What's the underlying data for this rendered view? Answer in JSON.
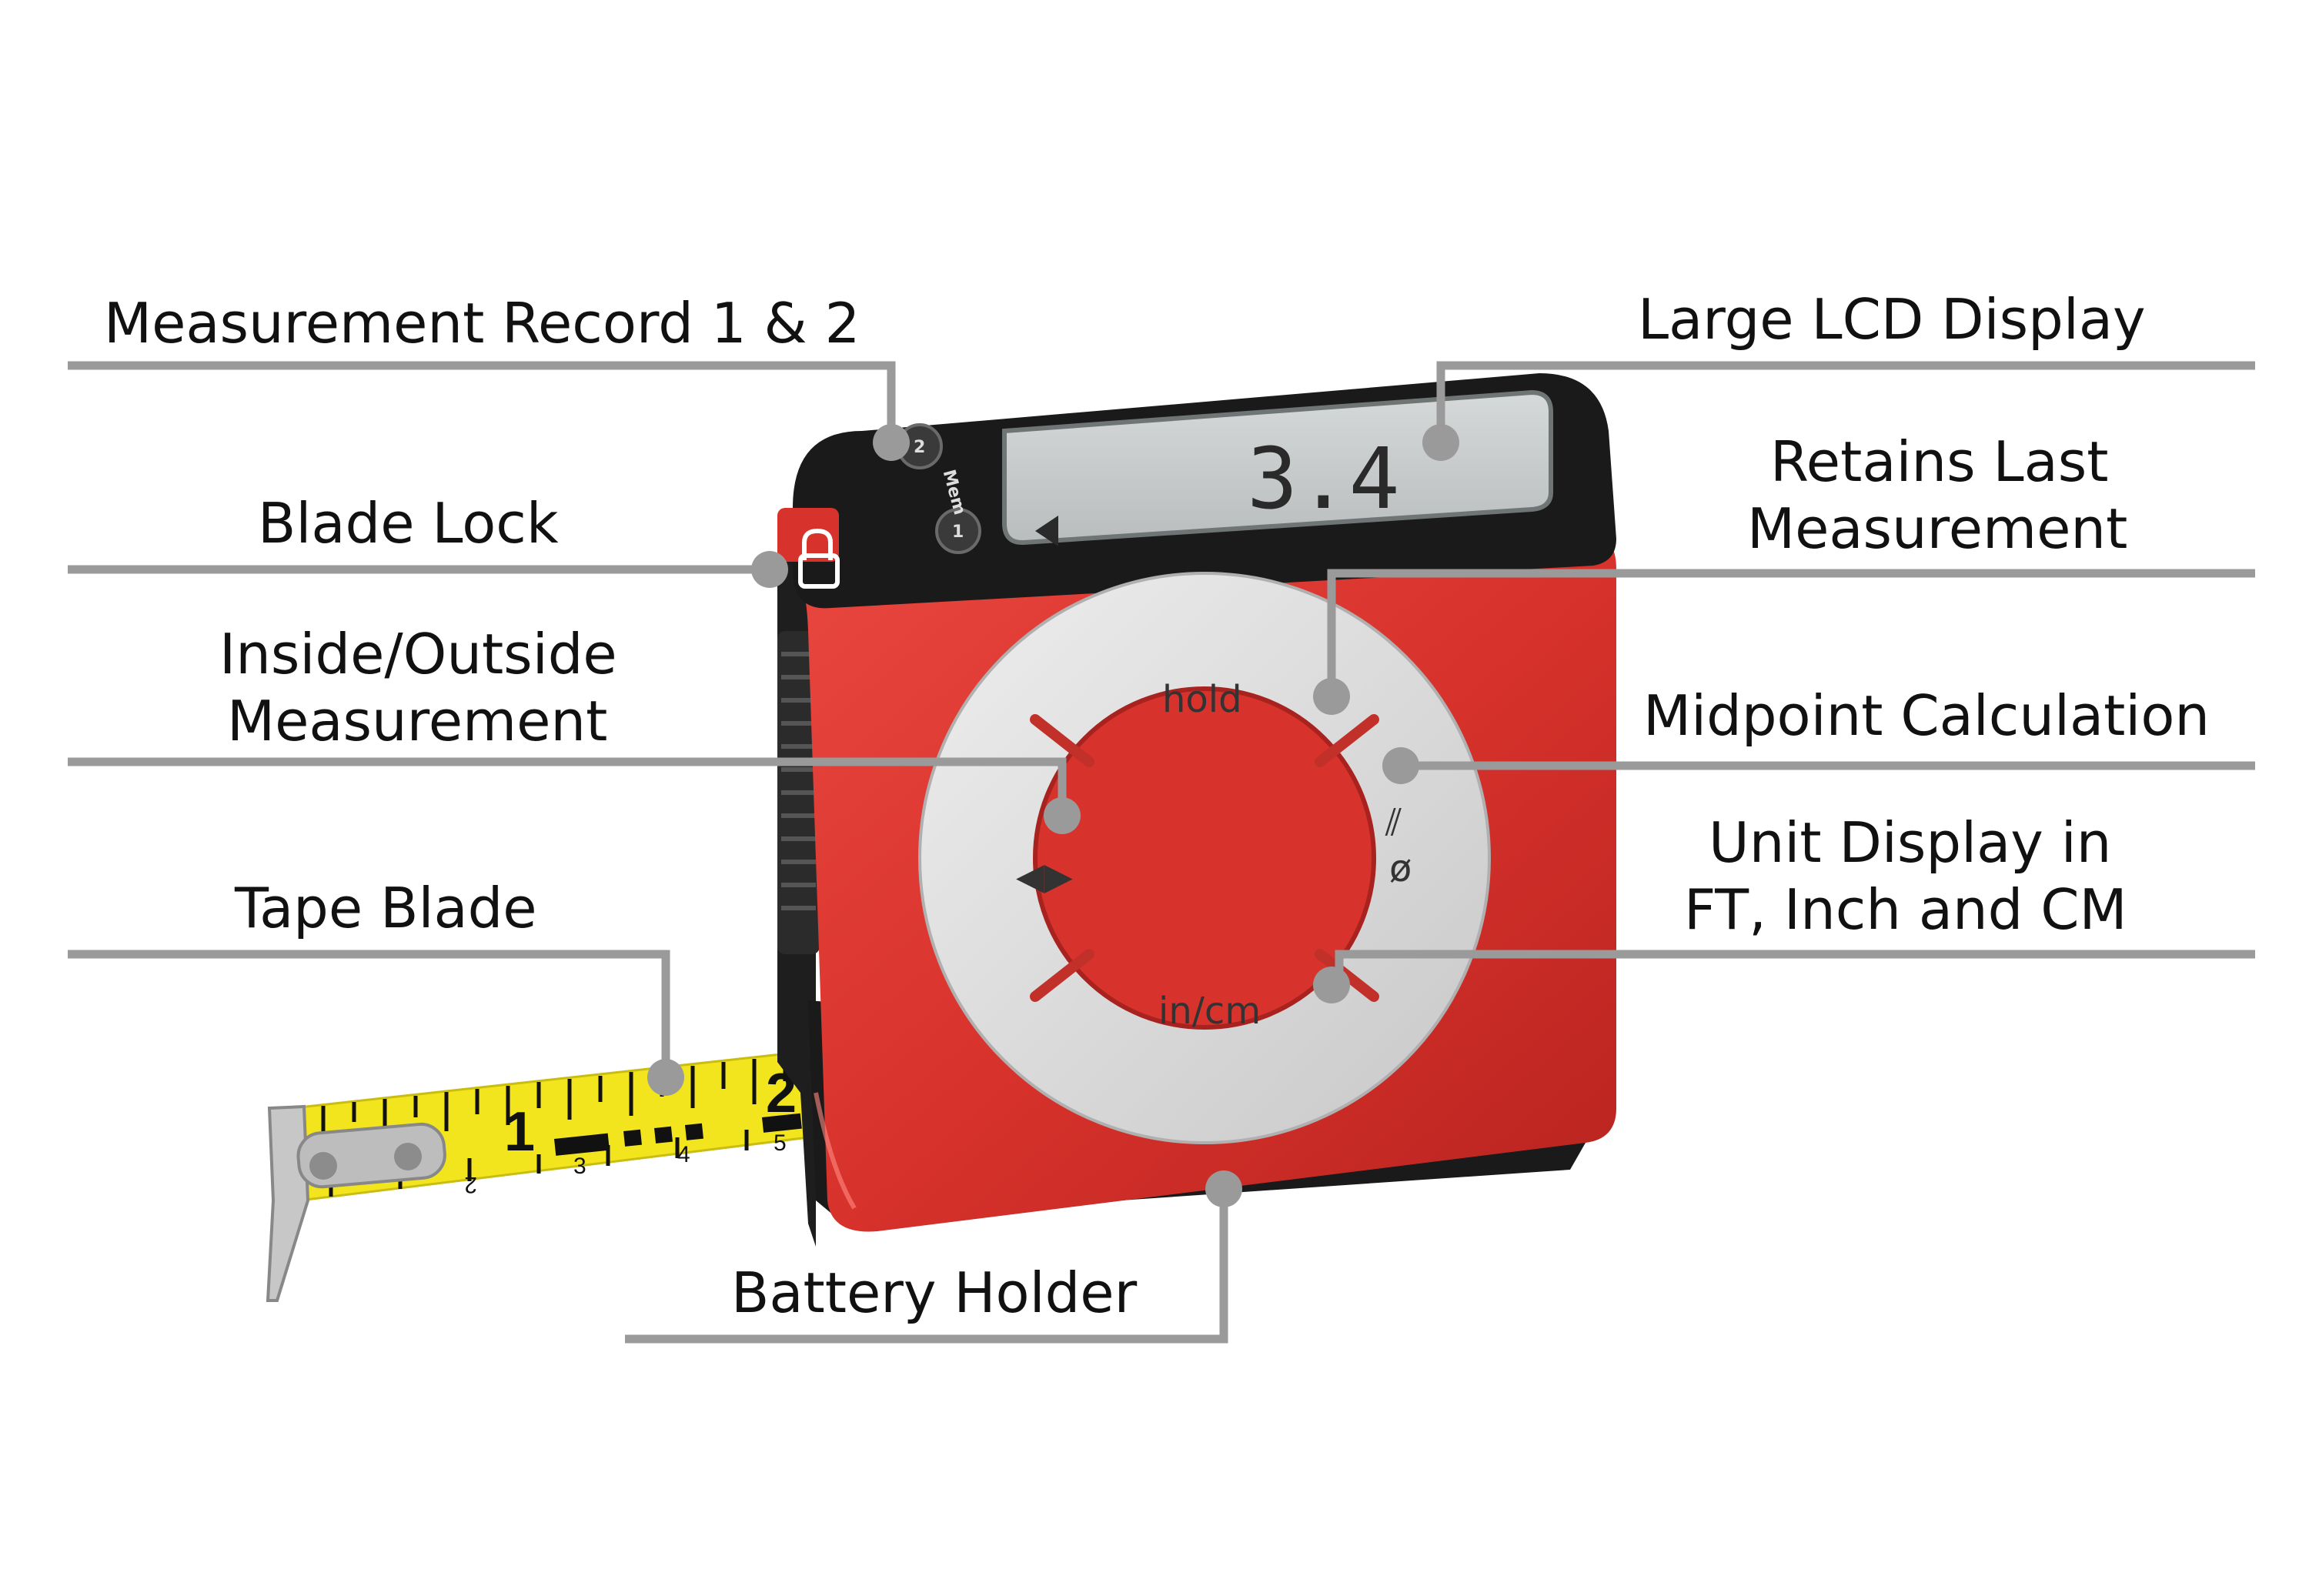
{
  "callouts": {
    "measurement_record": "Measurement Record 1 & 2",
    "blade_lock": "Blade Lock",
    "inside_outside_line1": "Inside/Outside",
    "inside_outside_line2": "Measurement",
    "tape_blade": "Tape Blade",
    "lcd_display": "Large LCD Display",
    "retains_line1": "Retains Last",
    "retains_line2": "Measurement",
    "midpoint": "Midpoint Calculation",
    "unit_line1": "Unit Display in",
    "unit_line2": "FT, Inch and CM",
    "battery_holder": "Battery Holder"
  },
  "device": {
    "lcd_reading": "3.4",
    "mem_label": "Mem",
    "mem_button_1": "1",
    "mem_button_2": "2",
    "hold_label": "hold",
    "unit_label": "in/cm",
    "midpoint_symbol": "⫽",
    "midpoint_diameter": "ø",
    "inside_outside_symbol": "◀▶",
    "tape_major_1": "1",
    "tape_major_2": "2",
    "tape_minor_2": "2",
    "tape_minor_3": "3",
    "tape_minor_4": "4",
    "tape_minor_5": "5"
  },
  "colors": {
    "body_red": "#d8322c",
    "bezel_black": "#1a1a1a",
    "ring_silver": "#d9d9d9",
    "tape_yellow": "#f2e51d",
    "leader_gray": "#9a9a9a",
    "lcd_gray": "#c9cccc"
  }
}
